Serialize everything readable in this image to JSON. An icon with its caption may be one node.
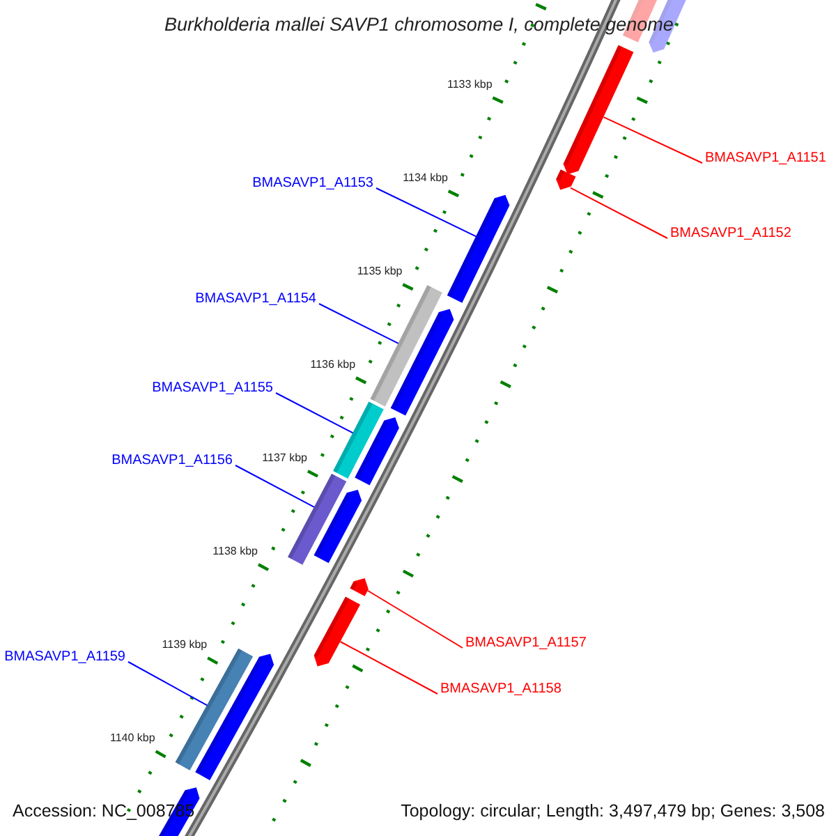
{
  "diagram": {
    "title": "Burkholderia mallei SAVP1 chromosome I, complete genome",
    "nodes": [
      {
        "text": [
          "BMASAVP1_A1151"
        ]
      },
      {
        "text": [
          "BMASAVP1_A1153"
        ]
      },
      {
        "text": [
          "BMASAVP1_A1152"
        ]
      },
      {
        "text": [
          "BMASAVP1_A1154"
        ]
      },
      {
        "text": [
          "BMASAVP1_A1155"
        ]
      },
      {
        "text": [
          "BMASAVP1_A1156"
        ]
      },
      {
        "text": [
          "BMASAVP1_A1157"
        ]
      },
      {
        "text": [
          "BMASAVP1_A1159"
        ]
      },
      {
        "text": [
          "BMASAVP1_A1158"
        ]
      },
      {
        "text": [],
        "shape": "bar"
      },
      {
        "text": [],
        "shape": "bar"
      },
      {
        "text": [],
        "shape": "bar"
      },
      {
        "text": [],
        "shape": "bar"
      },
      {
        "text": [],
        "shape": "bar"
      },
      {
        "text": [],
        "shape": "bar"
      },
      {
        "text": [],
        "shape": "bar"
      },
      {
        "text": [],
        "shape": "bar"
      },
      {
        "text": [],
        "shape": "bar"
      },
      {
        "text": [],
        "shape": "bar"
      },
      {
        "text": [],
        "shape": "bar"
      },
      {
        "text": [],
        "shape": "bar"
      },
      {
        "text": [],
        "shape": "bar"
      },
      {
        "text": [],
        "shape": "bar"
      },
      {
        "text": [],
        "shape": "bar"
      },
      {
        "text": [],
        "shape": "bar"
      }
    ],
    "edges": [
      {
        "from": 0,
        "to": 11,
        "arrow": "none",
        "color": "#ff0000"
      },
      {
        "from": 1,
        "to": 13,
        "arrow": "none"
      },
      {
        "from": 2,
        "to": 12,
        "arrow": "none",
        "color": "#ff0000"
      },
      {
        "from": 3,
        "to": 14,
        "arrow": "none"
      },
      {
        "from": 4,
        "to": 16,
        "arrow": "none"
      },
      {
        "from": 5,
        "to": 18,
        "arrow": "none"
      },
      {
        "from": 6,
        "to": 20,
        "arrow": "none",
        "color": "#ff0000"
      },
      {
        "from": 7,
        "to": 22,
        "arrow": "none"
      },
      {
        "from": 8,
        "to": 21,
        "arrow": "none",
        "color": "#ff0000"
      }
    ],
    "labels": [
      "1133 kbp",
      "1134 kbp",
      "1135 kbp",
      "1136 kbp",
      "1137 kbp",
      "1138 kbp",
      "1139 kbp",
      "1140 kbp",
      "Accession: NC_008785",
      "Topology: circular; Length: 3,497,479 bp; Genes: 3,508"
    ]
  }
}
